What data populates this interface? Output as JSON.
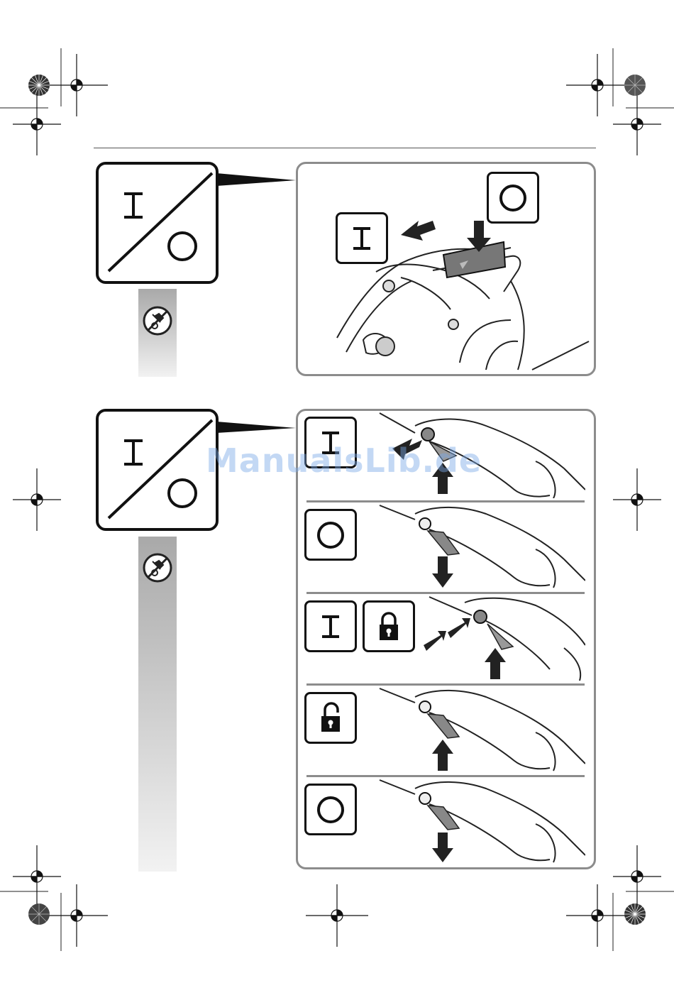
{
  "watermark": {
    "text": "ManualsLib.de"
  },
  "colors": {
    "frame": "#8c8c8c",
    "symbol_stroke": "#111111",
    "bar_top": "#a9a9a9",
    "bar_bottom": "#f2f2f2",
    "watermark": "#7aa8e6"
  },
  "sections": [
    {
      "name": "on-off-switch",
      "icons": [
        "power-on-off-icon",
        "no-unplug-warning-icon",
        "on-symbol-icon",
        "off-symbol-icon"
      ]
    },
    {
      "name": "trigger-lock",
      "steps": [
        {
          "symbols": [
            "on-symbol-icon"
          ]
        },
        {
          "symbols": [
            "off-symbol-icon"
          ]
        },
        {
          "symbols": [
            "on-symbol-icon",
            "lock-closed-icon"
          ]
        },
        {
          "symbols": [
            "lock-open-icon"
          ]
        },
        {
          "symbols": [
            "off-symbol-icon"
          ]
        }
      ]
    }
  ]
}
